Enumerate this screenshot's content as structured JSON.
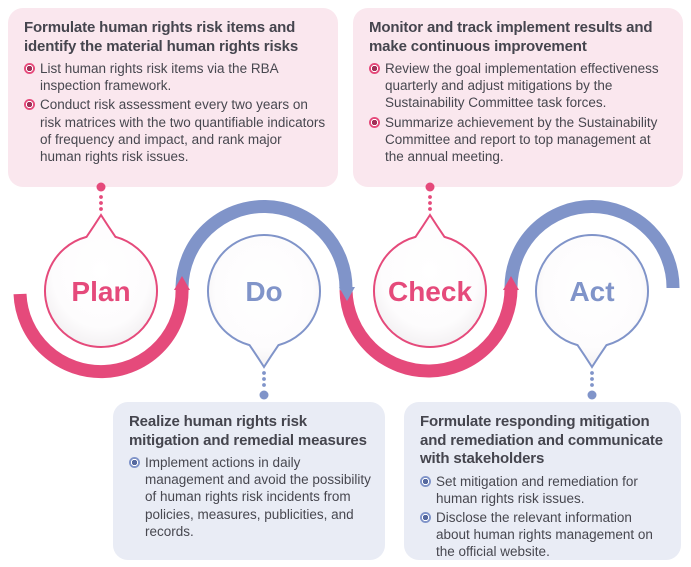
{
  "colors": {
    "pink": "#e54a7b",
    "blue": "#8094c9",
    "pink_box_bg": "#fae7ee",
    "blue_box_bg": "#e9ecf5",
    "text": "#45454e",
    "pink_bullet_center": "#a03158",
    "blue_bullet_center": "#56699f"
  },
  "cycle": {
    "steps": [
      {
        "label": "Plan",
        "color": "pink",
        "tip": "up"
      },
      {
        "label": "Do",
        "color": "blue",
        "tip": "down"
      },
      {
        "label": "Check",
        "color": "pink",
        "tip": "up"
      },
      {
        "label": "Act",
        "color": "blue",
        "tip": "down"
      }
    ]
  },
  "boxes": {
    "plan": {
      "title": "Formulate human rights risk items and identify the material human rights risks",
      "bullets": [
        "List human rights risk items via the RBA inspection framework.",
        "Conduct risk assessment every two years on risk matrices with the two quantifiable indicators of frequency and impact, and rank major human rights risk issues."
      ]
    },
    "check": {
      "title": "Monitor and track implement results and make continuous improvement",
      "bullets": [
        "Review the goal implementation effectiveness quarterly and adjust mitigations by the Sustainability Committee task forces.",
        "Summarize achievement by the Sustainability Committee and report to top management at the annual meeting."
      ]
    },
    "do": {
      "title": "Realize human rights risk mitigation and remedial measures",
      "bullets": [
        "Implement actions in daily management and avoid the possibility of human rights risk incidents from policies, measures, publicities, and records."
      ]
    },
    "act": {
      "title": "Formulate responding mitigation and remediation and communicate with stakeholders",
      "bullets": [
        "Set mitigation and remediation for human rights risk issues.",
        "Disclose the relevant information about human rights management on the official website."
      ]
    }
  }
}
